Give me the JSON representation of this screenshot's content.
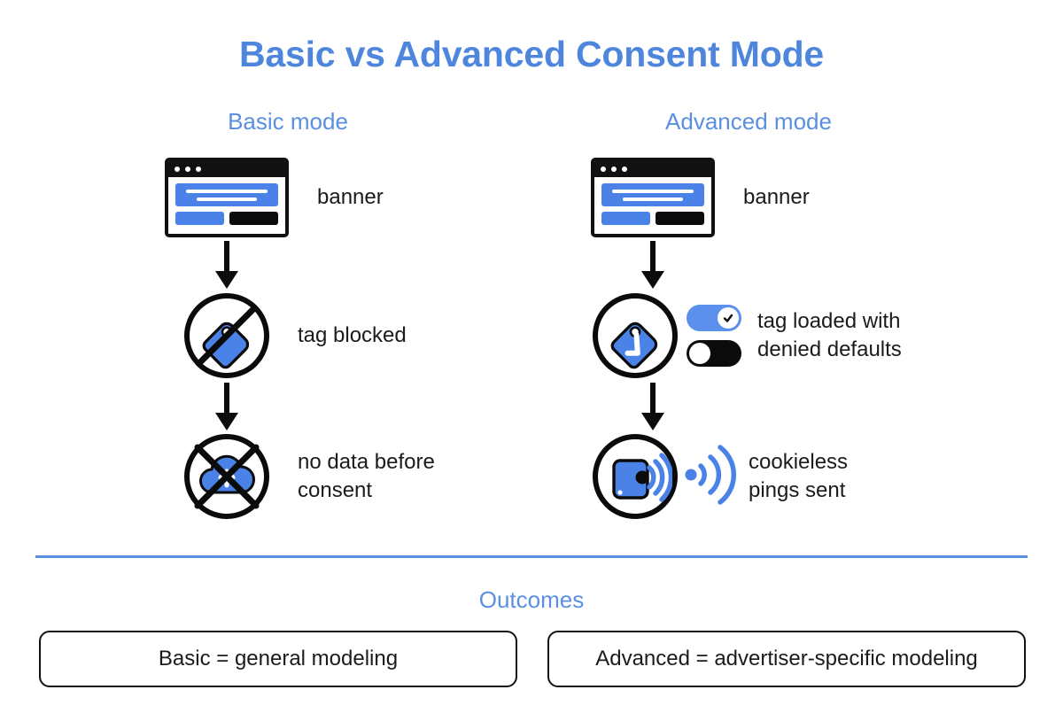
{
  "title": "Basic vs Advanced Consent Mode",
  "colors": {
    "accent_blue": "#5b8fe0",
    "icon_blue": "#4a82e8",
    "title_blue": "#4f86dd",
    "black": "#0b0b0b",
    "background": "#ffffff",
    "text": "#1b1b1b"
  },
  "columns": [
    {
      "id": "basic",
      "heading": "Basic mode",
      "steps": [
        {
          "icon": "banner-icon",
          "label": "banner"
        },
        {
          "icon": "tag-blocked-icon",
          "label": "tag blocked"
        },
        {
          "icon": "cloud-blocked-icon",
          "label": "no data before\nconsent"
        }
      ]
    },
    {
      "id": "advanced",
      "heading": "Advanced mode",
      "steps": [
        {
          "icon": "banner-icon",
          "label": "banner"
        },
        {
          "icon": "tag-checked-icon",
          "label": "tag loaded with\ndenied defaults"
        },
        {
          "icon": "cookieless-ping-icon",
          "label": "cookieless\npings sent"
        }
      ]
    }
  ],
  "toggles": [
    {
      "name": "consent-toggle-granted",
      "state": "on"
    },
    {
      "name": "consent-toggle-denied",
      "state": "off"
    }
  ],
  "outcomes": {
    "heading": "Outcomes",
    "boxes": [
      {
        "text": "Basic = general modeling"
      },
      {
        "text": "Advanced = advertiser-specific modeling"
      }
    ]
  }
}
